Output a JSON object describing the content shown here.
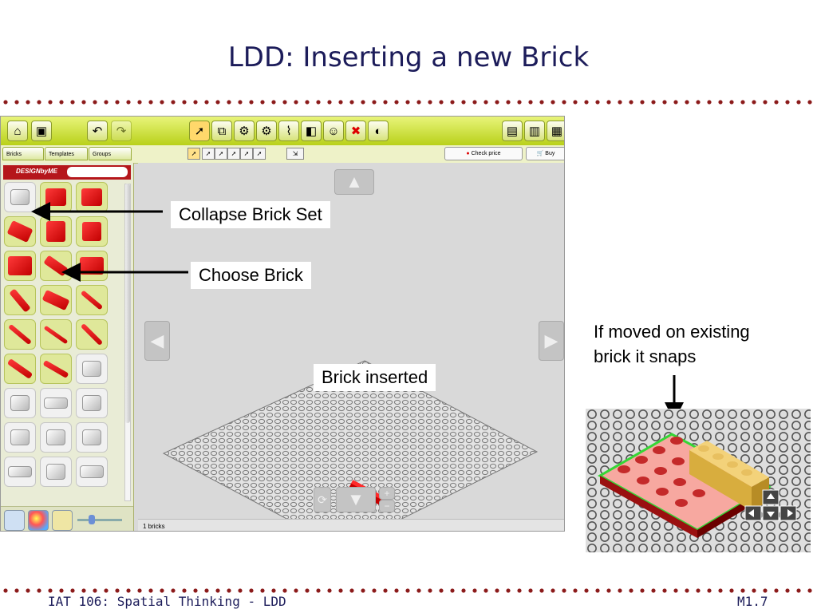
{
  "slide": {
    "title": "LDD: Inserting a new Brick",
    "footer_left": "IAT 106: Spatial Thinking - LDD",
    "footer_right": "M1.7"
  },
  "callouts": {
    "collapse_brick_set": "Collapse Brick Set",
    "choose_brick": "Choose Brick",
    "brick_inserted": "Brick inserted",
    "snap_note_line1": "If moved on existing",
    "snap_note_line2": "brick it snaps"
  },
  "ldd": {
    "tabs": [
      "Bricks",
      "Templates",
      "Groups"
    ],
    "logo_text": "DESIGNbyME",
    "check_price_label": "Check price",
    "buy_label": "Buy",
    "status_text": "1 bricks",
    "toolbar_icons": [
      "home-icon",
      "save-icon",
      "undo-icon",
      "redo-icon",
      "select-icon",
      "clone-icon",
      "hinge-icon",
      "hinge-align-icon",
      "flex-icon",
      "paint-icon",
      "minifig-icon",
      "delete-icon",
      "hide-icon",
      "build-mode-icon",
      "view-mode-icon",
      "build-guide-icon"
    ],
    "palette": {
      "rows": [
        [
          "grey-collapse",
          "red",
          "red"
        ],
        [
          "red",
          "red",
          "red"
        ],
        [
          "red",
          "red",
          "red"
        ],
        [
          "red",
          "red",
          "red"
        ],
        [
          "red",
          "red",
          "red"
        ],
        [
          "red",
          "red",
          "grey"
        ],
        [
          "grey",
          "grey",
          "grey"
        ],
        [
          "grey",
          "grey",
          "grey"
        ],
        [
          "grey",
          "grey",
          "grey"
        ]
      ]
    }
  },
  "colors": {
    "title": "#1c1c5a",
    "dots": "#8b1a1a",
    "toolbar": "#c8dc2a",
    "brick_red": "#d10000",
    "snap_outline": "#35d635"
  }
}
